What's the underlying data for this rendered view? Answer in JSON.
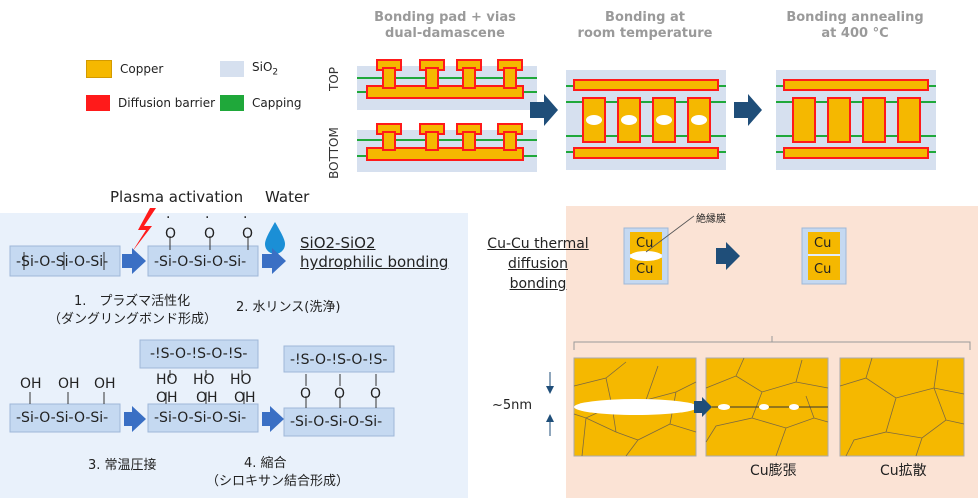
{
  "legend": {
    "copper": "Copper",
    "sio2": "SiO",
    "sio2_sub": "2",
    "diffusion_barrier": "Diffusion barrier",
    "capping": "Capping"
  },
  "stage_headers": [
    {
      "line1": "Bonding pad + vias",
      "line2": "dual-damascene"
    },
    {
      "line1": "Bonding at",
      "line2": "room temperature"
    },
    {
      "line1": "Bonding annealing",
      "line2": "at 400 °C"
    }
  ],
  "row_labels": {
    "top": "TOP",
    "bottom": "BOTTOM"
  },
  "plasma": {
    "plasma_label": "Plasma activation",
    "water_label": "Water",
    "chain_initial": "-Si-O-Si-O-Si-",
    "chain_activated": "-Si-O-Si-O-Si-",
    "chain_mid_top": "-!S-O-!S-O-!S-",
    "chain_mid_bottom": "-Si-O-Si-O-Si-",
    "chain_final_top": "-!S-O-!S-O-!S-",
    "chain_final_bottom": "-Si-O-Si-O-Si-",
    "chain_left_bottom": "-Si-O-Si-O-Si-",
    "o_label": "O",
    "ho_label": "HO",
    "oh_label": "OH",
    "dot": "·",
    "step1_line1": "1.　プラズマ活性化",
    "step1_line2": "（ダングリングボンド形成）",
    "step2": "2. 水リンス(洗浄)",
    "step3": "3. 常温圧接",
    "step4_line1": "4. 縮合",
    "step4_line2": "（シロキサン結合形成）",
    "result_line1": "SiO2-SiO2",
    "result_line2": "hydrophilic bonding"
  },
  "cu": {
    "title_line1": "Cu-Cu thermal",
    "title_line2": "diffusion",
    "title_line3": "bonding",
    "insulator_label": "絶縁膜",
    "cu_label": "Cu",
    "gap_label": "~5nm",
    "expand_label": "Cu膨張",
    "diffuse_label": "Cu拡散"
  },
  "colors": {
    "copper": "#f5b800",
    "sio2": "#d6e0ef",
    "barrier": "#ff1a1a",
    "capping": "#1fa83a",
    "arrow": "#1f4e79",
    "left_panel_bg": "#e9f1fb",
    "right_panel_bg": "#fbe3d5",
    "chain_box": "#c5d9f1"
  }
}
